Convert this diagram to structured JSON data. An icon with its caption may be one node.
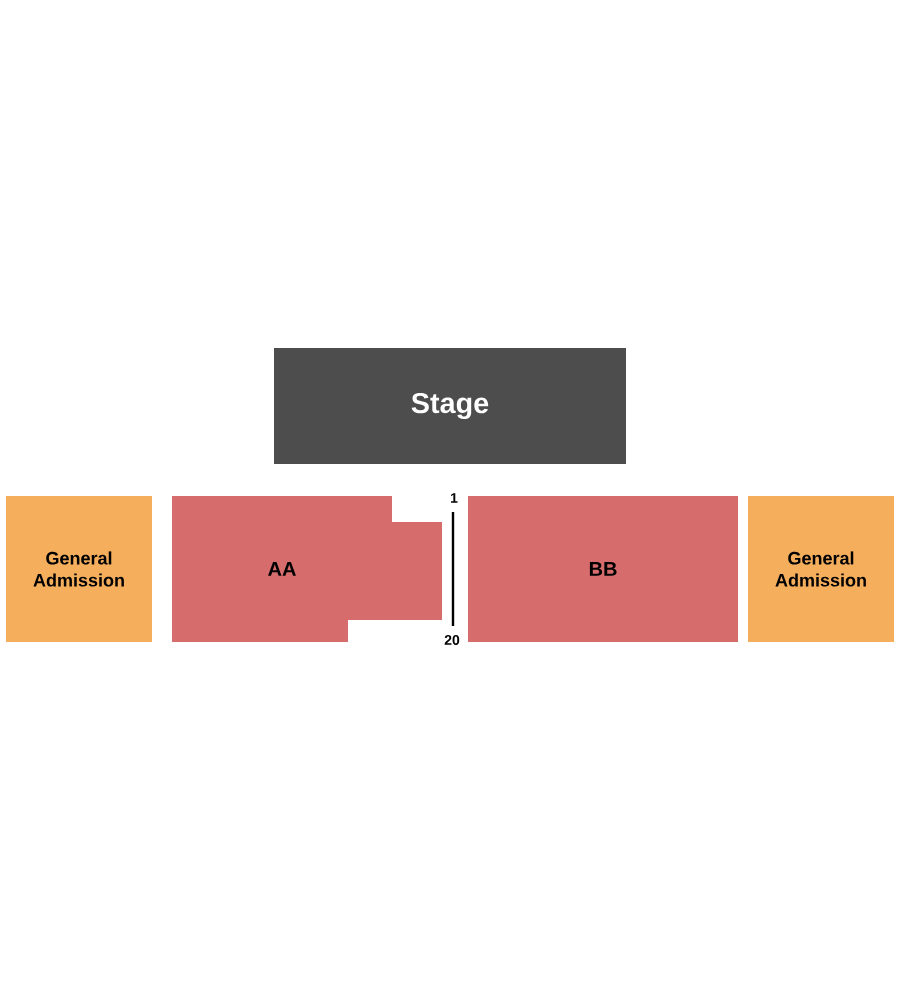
{
  "diagram": {
    "nodes": [
      {
        "text": [
          "Stage"
        ]
      },
      {
        "text": [
          "General Admission"
        ]
      },
      {
        "text": [
          "AA"
        ]
      },
      {
        "text": [
          "BB"
        ]
      },
      {
        "text": [
          "General Admission"
        ]
      }
    ],
    "labels": [
      "1",
      "20"
    ]
  }
}
